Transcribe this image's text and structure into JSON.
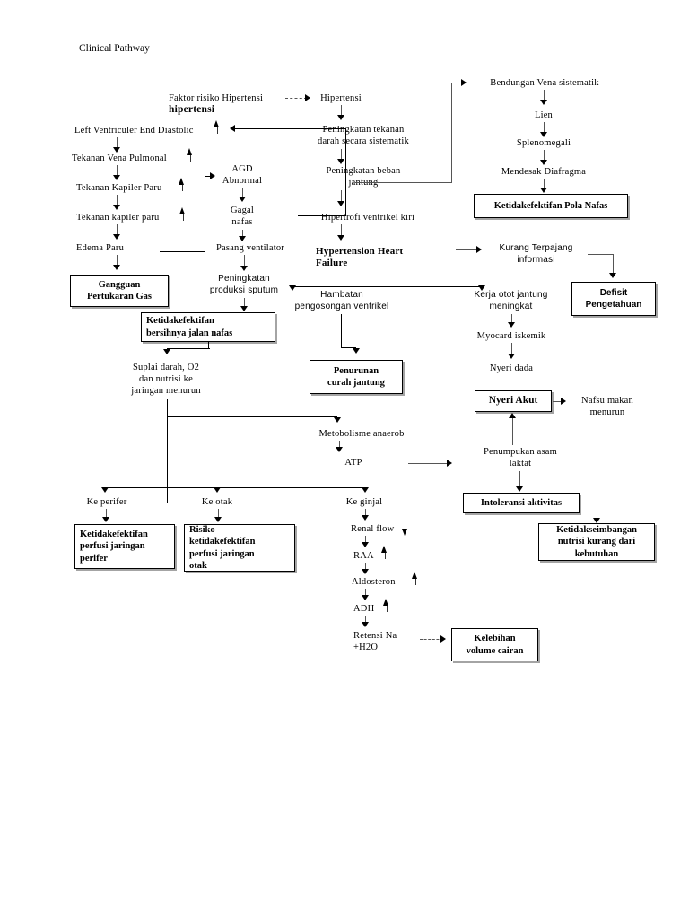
{
  "document": {
    "title": "Clinical Pathway",
    "type": "medical-flowchart",
    "language": "id"
  },
  "nodes": {
    "faktor_risiko": "Faktor risiko Hipertensi",
    "hipertensi_bold": "hipertensi",
    "hipertensi": "Hipertensi",
    "peningkatan_tekanan_darah": "Peningkatan tekanan\ndarah secara sistematik",
    "peningkatan_beban_jantung": "Peningkatan beban\njantung",
    "hipertrofi_ventrikel_kiri": "Hipertrofi  ventrikel kiri",
    "hypertension_heart_failure": "Hypertension Heart\nFailure",
    "bendungan_vena": "Bendungan Vena sistematik",
    "lien": "Lien",
    "splenomegali": "Splenomegali",
    "mendesak_diafragma": "Mendesak Diafragma",
    "lvedp": "Left Ventriculer End Diastolic",
    "tekanan_vena_pulmonal": "Tekanan Vena Pulmonal",
    "tekanan_kapiler_paru_1": "Tekanan Kapiler Paru",
    "tekanan_kapiler_paru_2": "Tekanan kapiler paru",
    "edema_paru": "Edema Paru",
    "agd_abnormal": "AGD\nAbnormal",
    "gagal_nafas": "Gagal\nnafas",
    "pasang_ventilator": "Pasang ventilator",
    "peningkatan_produksi_sputum": "Peningkatan\nproduksi sputum",
    "hambatan_pengosongan": "Hambatan\npengosongan ventrikel",
    "kurang_terpajang": "Kurang Terpajang\ninformasi",
    "kerja_otot_jantung": "Kerja otot jantung\nmeningkat",
    "myocard_iskemik": "Myocard iskemik",
    "nyeri_dada": "Nyeri dada",
    "nafsu_makan_menurun": "Nafsu makan\nmenurun",
    "suplai_darah": "Suplai darah, O2\ndan nutrisi ke\njaringan menurun",
    "metabolisme_anaerob": "Metobolisme anaerob",
    "atp": "ATP",
    "ke_perifer": "Ke perifer",
    "ke_otak": "Ke otak",
    "ke_ginjal": "Ke ginjal",
    "renal_flow": "Renal flow",
    "raa": "RAA",
    "aldosteron": "Aldosteron",
    "adh": "ADH",
    "retensi_na": "Retensi Na\n+H2O",
    "penumpukan_asam_laktat": "Penumpukan asam\nlaktat"
  },
  "diagnosis_boxes": {
    "ketidakefektifan_pola_nafas": "Ketidakefektifan Pola Nafas",
    "gangguan_pertukaran_gas": "Gangguan\nPertukaran Gas",
    "ketidakefektifan_bersihan_jalan_nafas": "Ketidakefektifan\nbersihnya jalan nafas",
    "defisit_pengetahuan": "Defisit\nPengetahuan",
    "penurunan_curah_jantung": "Penurunan\ncurah jantung",
    "nyeri_akut": "Nyeri Akut",
    "intoleransi_aktivitas": "Intoleransi aktivitas",
    "ketidakefektifan_perfusi_perifer": "Ketidakefektifan\nperfusi jaringan\nperifer",
    "risiko_ketidakefektifan_perfusi_otak": "Risiko\nketidakefektifan\nperfusi jaringan\notak",
    "ketidakseimbangan_nutrisi": "Ketidakseimbangan\nnutrisi kurang dari\nkebutuhan",
    "kelebihan_volume_cairan": "Kelebihan\nvolume cairan"
  },
  "indicators": {
    "lvedp": "up",
    "tekanan_vena_pulmonal": "up",
    "tekanan_kapiler_paru_1": "up",
    "tekanan_kapiler_paru_2": "up",
    "renal_flow": "down",
    "raa": "up",
    "aldosteron": "up",
    "adh": "up",
    "atp": "down"
  },
  "colors": {
    "ink": "#000000",
    "connector": "#555555",
    "background": "#ffffff",
    "box_shadow": "#5a5a5a"
  }
}
